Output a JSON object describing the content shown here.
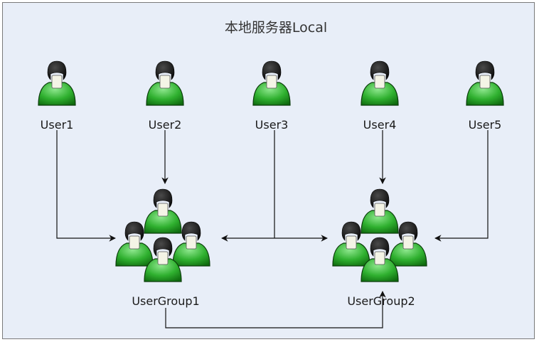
{
  "title": "本地服务器Local",
  "users": [
    {
      "label": "User1"
    },
    {
      "label": "User2"
    },
    {
      "label": "User3"
    },
    {
      "label": "User4"
    },
    {
      "label": "User5"
    }
  ],
  "groups": [
    {
      "label": "UserGroup1"
    },
    {
      "label": "UserGroup2"
    }
  ],
  "colors": {
    "background": "#e8eef8",
    "person_body": "#2faa2f",
    "person_highlight": "#7fe07f",
    "person_outline": "#0b3d0b",
    "hair": "#101010",
    "face": "#f4f4e6",
    "connector": "#111111"
  }
}
